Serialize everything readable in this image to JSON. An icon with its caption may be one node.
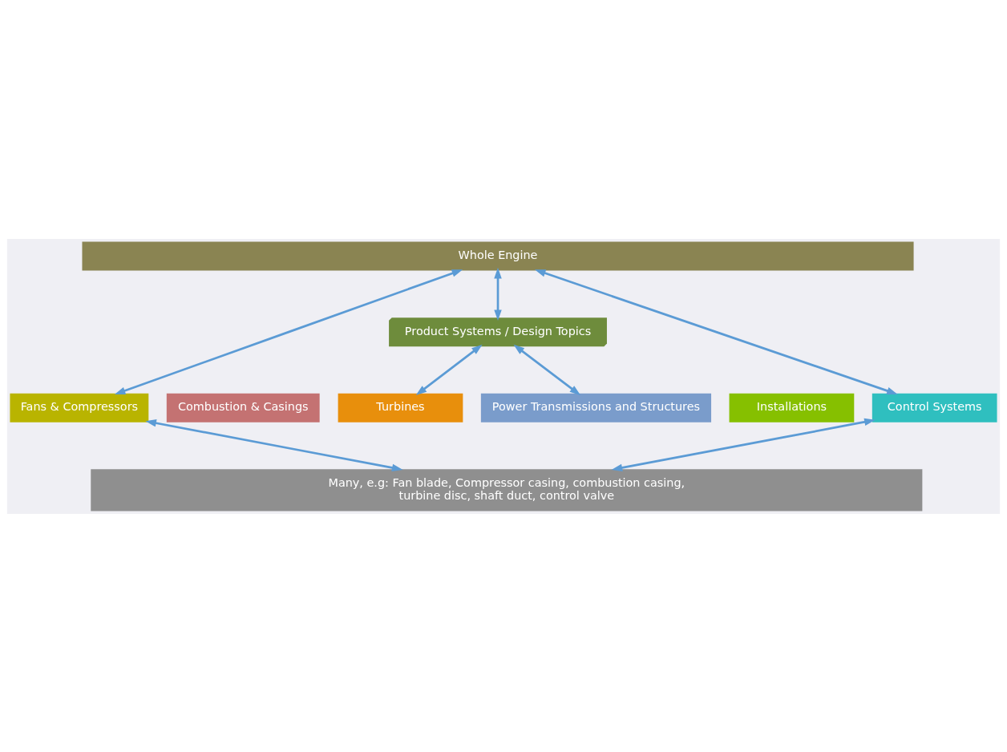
{
  "diagram": {
    "nodes": [
      {
        "text": [
          "Whole Engine"
        ]
      },
      {
        "text": [
          "Product Systems / Design Topics"
        ]
      },
      {
        "text": [
          "Fans & Compressors"
        ]
      },
      {
        "text": [
          "Combustion & Casings"
        ]
      },
      {
        "text": [
          "Turbines"
        ]
      },
      {
        "text": [
          "Power Transmissions and Structures"
        ]
      },
      {
        "text": [
          "Installations"
        ]
      },
      {
        "text": [
          "Control Systems"
        ]
      },
      {
        "text": [
          "Many, e.g: Fan blade, Compressor casing, combustion casing, turbine disc, shaft duct, control valve"
        ]
      }
    ],
    "edges": [
      {
        "from": 0,
        "to": 2,
        "arrow": "both"
      },
      {
        "from": 0,
        "to": 1,
        "arrow": "both"
      },
      {
        "from": 0,
        "to": 7,
        "arrow": "both"
      },
      {
        "from": 1,
        "to": 4,
        "arrow": "both"
      },
      {
        "from": 1,
        "to": 5,
        "arrow": "both"
      },
      {
        "from": 2,
        "to": 8,
        "arrow": "both"
      },
      {
        "from": 7,
        "to": 8,
        "arrow": "both"
      }
    ]
  }
}
